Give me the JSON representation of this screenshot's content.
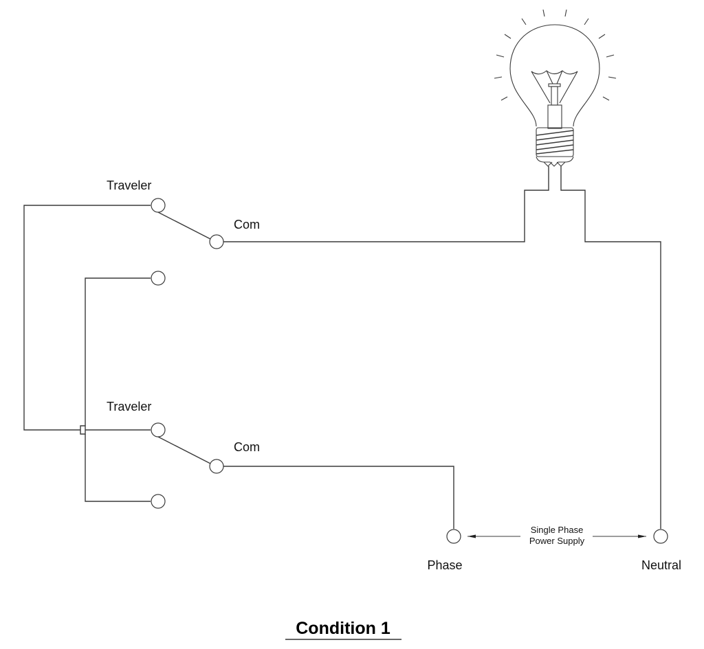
{
  "diagram": {
    "title": "Condition 1",
    "switch_top": {
      "traveler_label": "Traveler",
      "common_label": "Com"
    },
    "switch_bottom": {
      "traveler_label": "Traveler",
      "common_label": "Com"
    },
    "supply": {
      "phase_label": "Phase",
      "neutral_label": "Neutral",
      "caption_line1": "Single Phase",
      "caption_line2": "Power Supply"
    },
    "load": {
      "icon": "light-bulb-icon",
      "state": "on"
    }
  }
}
